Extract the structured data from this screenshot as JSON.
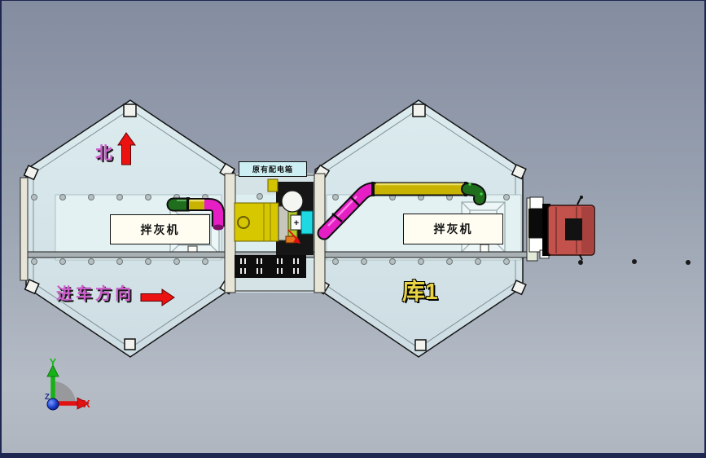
{
  "labels": {
    "north": "北",
    "entry_direction": "进车方向",
    "warehouse": "库1",
    "distribution_box": "原有配电箱",
    "mixer_left": "拌灰机",
    "mixer_right": "拌灰机",
    "machine_plus": "+"
  },
  "axis_triad": {
    "x": "X",
    "y": "Y",
    "z": "Z"
  },
  "colors": {
    "viewport_gradient_top": "#848ca0",
    "viewport_gradient_bottom": "#b5bcc6",
    "frame_navy": "#1d2750",
    "building_fill": "#d9e6ea",
    "machine_band_fill": "#e3f1f3",
    "column_beige": "#e7e5d7",
    "label_box_fill": "#fffdf2",
    "distribution_box_fill": "#cdeff3",
    "annotation_magenta": "#cc5ecc",
    "warehouse_yellow": "#e9d342",
    "arrow_red": "#ec1212",
    "pipe_yellow": "#c8b400",
    "pipe_magenta": "#e51fc4",
    "pipe_green": "#1e6e1e",
    "machine_yellow": "#d6c700",
    "cyan_unit": "#1ed9e2",
    "truck_red": "#c4524c",
    "axis_x_red": "#e01212",
    "axis_y_green": "#16b216",
    "axis_z_blue": "#1f46d2"
  }
}
